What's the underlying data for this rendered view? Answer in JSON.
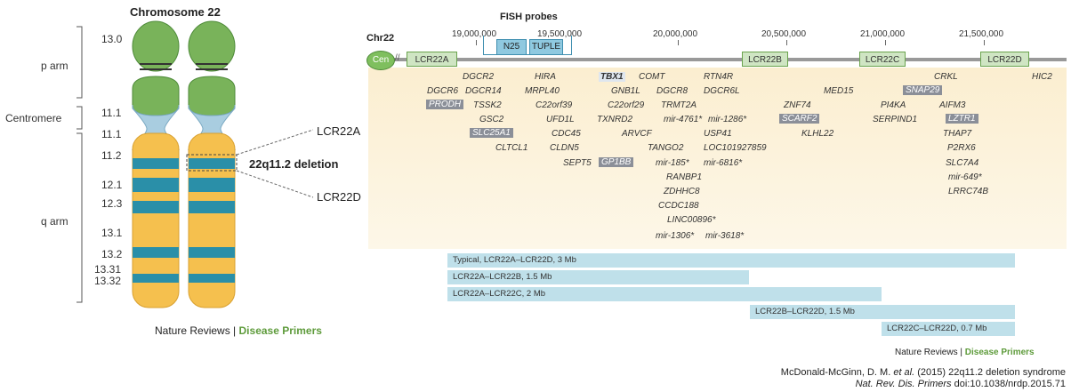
{
  "left_panel": {
    "title": "Chromosome 22",
    "arm_labels": {
      "p_arm": "p arm",
      "centromere": "Centromere",
      "q_arm": "q arm"
    },
    "bands": [
      "13.0",
      "11.1",
      "11.1",
      "11.2",
      "12.1",
      "12.3",
      "13.1",
      "13.2",
      "13.31",
      "13.32"
    ],
    "lcr_labels": {
      "top": "LCR22A",
      "bottom": "LCR22D"
    },
    "deletion_label": "22q11.2 deletion",
    "footer_normal": "Nature Reviews",
    "footer_sep": "|",
    "footer_green": "Disease Primers"
  },
  "right_panel": {
    "chr_label": "Chr22",
    "cen_label": "Cen",
    "fish_title": "FISH probes",
    "fish_probes": [
      "N25",
      "TUPLE"
    ],
    "coordinates": [
      "19,000,000",
      "19,500,000",
      "20,000,000",
      "20,500,000",
      "21,000,000",
      "21,500,000"
    ],
    "lcr_boxes": [
      "LCR22A",
      "LCR22B",
      "LCR22C",
      "LCR22D"
    ],
    "genes": [
      "DGCR2",
      "HIRA",
      "TBX1",
      "COMT",
      "RTN4R",
      "CRKL",
      "HIC2",
      "DGCR6",
      "DGCR14",
      "MRPL40",
      "GNB1L",
      "DGCR8",
      "DGCR6L",
      "MED15",
      "SNAP29",
      "PRODH",
      "TSSK2",
      "C22orf39",
      "C22orf29",
      "TRMT2A",
      "ZNF74",
      "PI4KA",
      "AIFM3",
      "GSC2",
      "UFD1L",
      "TXNRD2",
      "mir-4761*",
      "mir-1286*",
      "SCARF2",
      "SERPIND1",
      "LZTR1",
      "SLC25A1",
      "CDC45",
      "ARVCF",
      "USP41",
      "KLHL22",
      "THAP7",
      "CLTCL1",
      "CLDN5",
      "TANGO2",
      "LOC101927859",
      "P2RX6",
      "SEPT5",
      "GP1BB",
      "mir-185*",
      "mir-6816*",
      "SLC7A4",
      "RANBP1",
      "mir-649*",
      "ZDHHC8",
      "LRRC74B",
      "CCDC188",
      "LINC00896*",
      "mir-1306*",
      "mir-3618*"
    ],
    "deletions": [
      "Typical, LCR22A–LCR22D, 3 Mb",
      "LCR22A–LCR22B, 1.5 Mb",
      "LCR22A–LCR22C, 2 Mb",
      "LCR22B–LCR22D, 1.5 Mb",
      "LCR22C–LCR22D, 0.7 Mb"
    ],
    "footer_normal": "Nature Reviews",
    "footer_sep": "|",
    "footer_green": "Disease Primers"
  },
  "citation": {
    "line1_prefix": "McDonald-McGinn, D. M.",
    "line1_etal": "et al.",
    "line1_rest": "(2015) 22q11.2 deletion syndrome",
    "line2_journal": "Nat. Rev. Dis. Primers",
    "line2_rest": "doi:10.1038/nrdp.2015.71"
  },
  "colors": {
    "green": "#6aa34d",
    "light_blue": "#a9cde0",
    "yellow": "#f5c04e",
    "teal_band": "#2a8fa8",
    "deletion_bar": "#bfe0ea",
    "gene_highlight": "#8b8f98"
  }
}
